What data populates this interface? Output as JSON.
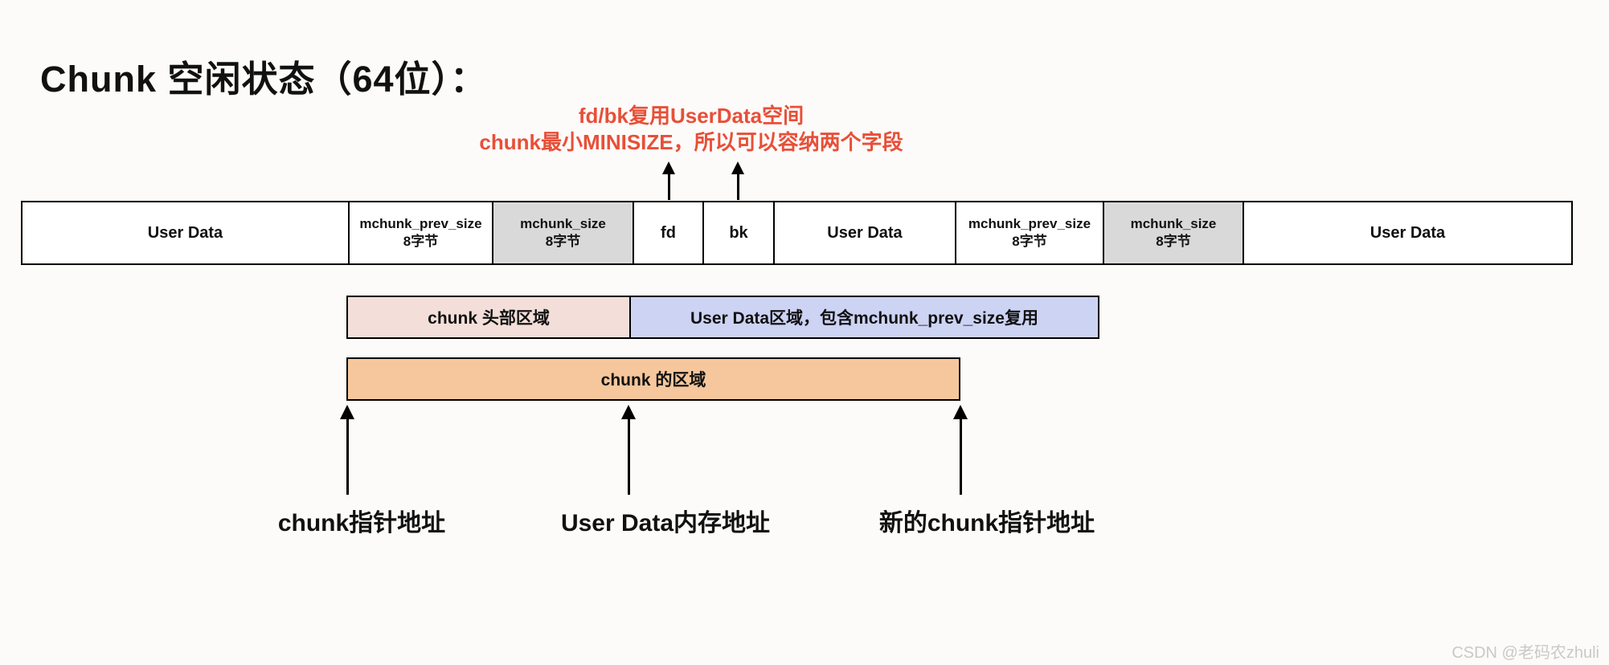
{
  "page": {
    "title": "Chunk 空闲状态（64位）：",
    "watermark": "CSDN @老码农zhuli"
  },
  "annotation": {
    "line1": "fd/bk复用UserData空间",
    "line2": "chunk最小MINISIZE，所以可以容纳两个字段",
    "color": "#e84f38"
  },
  "memory_row": {
    "cells": [
      {
        "label": "User Data",
        "sublabel": "",
        "bg": "#ffffff"
      },
      {
        "label": "mchunk_prev_size",
        "sublabel": "8字节",
        "bg": "#ffffff"
      },
      {
        "label": "mchunk_size",
        "sublabel": "8字节",
        "bg": "#d9d9d9"
      },
      {
        "label": "fd",
        "sublabel": "",
        "bg": "#ffffff"
      },
      {
        "label": "bk",
        "sublabel": "",
        "bg": "#ffffff"
      },
      {
        "label": "User Data",
        "sublabel": "",
        "bg": "#ffffff"
      },
      {
        "label": "mchunk_prev_size",
        "sublabel": "8字节",
        "bg": "#ffffff"
      },
      {
        "label": "mchunk_size",
        "sublabel": "8字节",
        "bg": "#d9d9d9"
      },
      {
        "label": "User Data",
        "sublabel": "",
        "bg": "#ffffff"
      }
    ]
  },
  "region_bars": {
    "header_region": {
      "label": "chunk 头部区域",
      "bg": "#f3ded9"
    },
    "userdata_region": {
      "label": "User Data区域，包含mchunk_prev_size复用",
      "bg": "#cdd3f3"
    },
    "chunk_region": {
      "label": "chunk 的区域",
      "bg": "#f6c79c"
    }
  },
  "pointer_labels": [
    {
      "label": "chunk指针地址"
    },
    {
      "label": "User Data内存地址"
    },
    {
      "label": "新的chunk指针地址"
    }
  ]
}
